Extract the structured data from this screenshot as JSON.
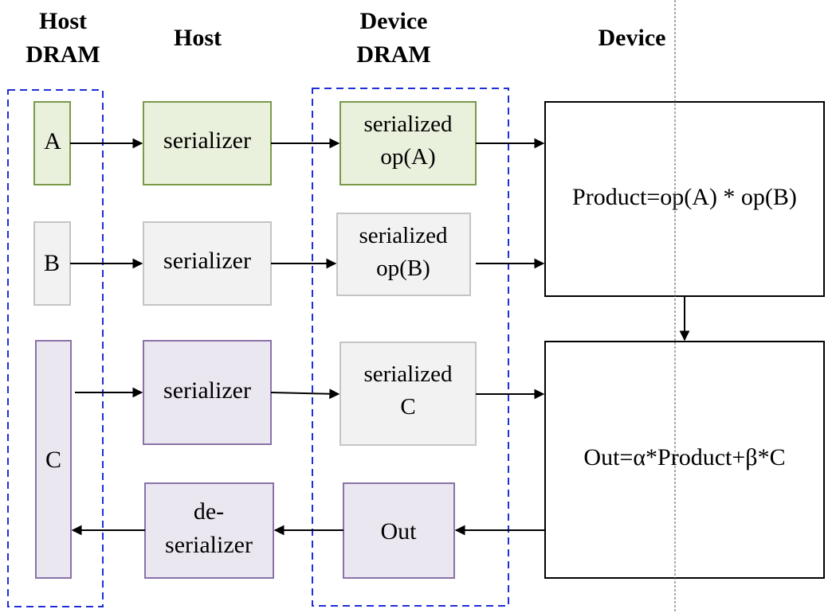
{
  "headers": {
    "host_dram": [
      "Host",
      "DRAM"
    ],
    "host": "Host",
    "device_dram": [
      "Device",
      "DRAM"
    ],
    "device": "Device"
  },
  "host_dram": {
    "a": "A",
    "b": "B",
    "c": "C"
  },
  "host": {
    "serializer_a": "serializer",
    "serializer_b": "serializer",
    "serializer_c": "serializer",
    "deserializer": [
      "de-",
      "serializer"
    ]
  },
  "device_dram": {
    "serialized_a": [
      "serialized",
      "op(A)"
    ],
    "serialized_b": [
      "serialized",
      "op(B)"
    ],
    "serialized_c": [
      "serialized",
      "C"
    ],
    "out": "Out"
  },
  "device": {
    "product": "Product=op(A) * op(B)",
    "out_formula": "Out=α*Product+β*C"
  },
  "colors": {
    "green_fill": "#e9f0dc",
    "green_stroke": "#7a9a4a",
    "gray_fill": "#f2f2f2",
    "gray_stroke": "#c4c4c4",
    "purple_fill": "#ebe7f0",
    "purple_stroke": "#8a72a8",
    "dashed_blue": "#1f2ed8"
  }
}
